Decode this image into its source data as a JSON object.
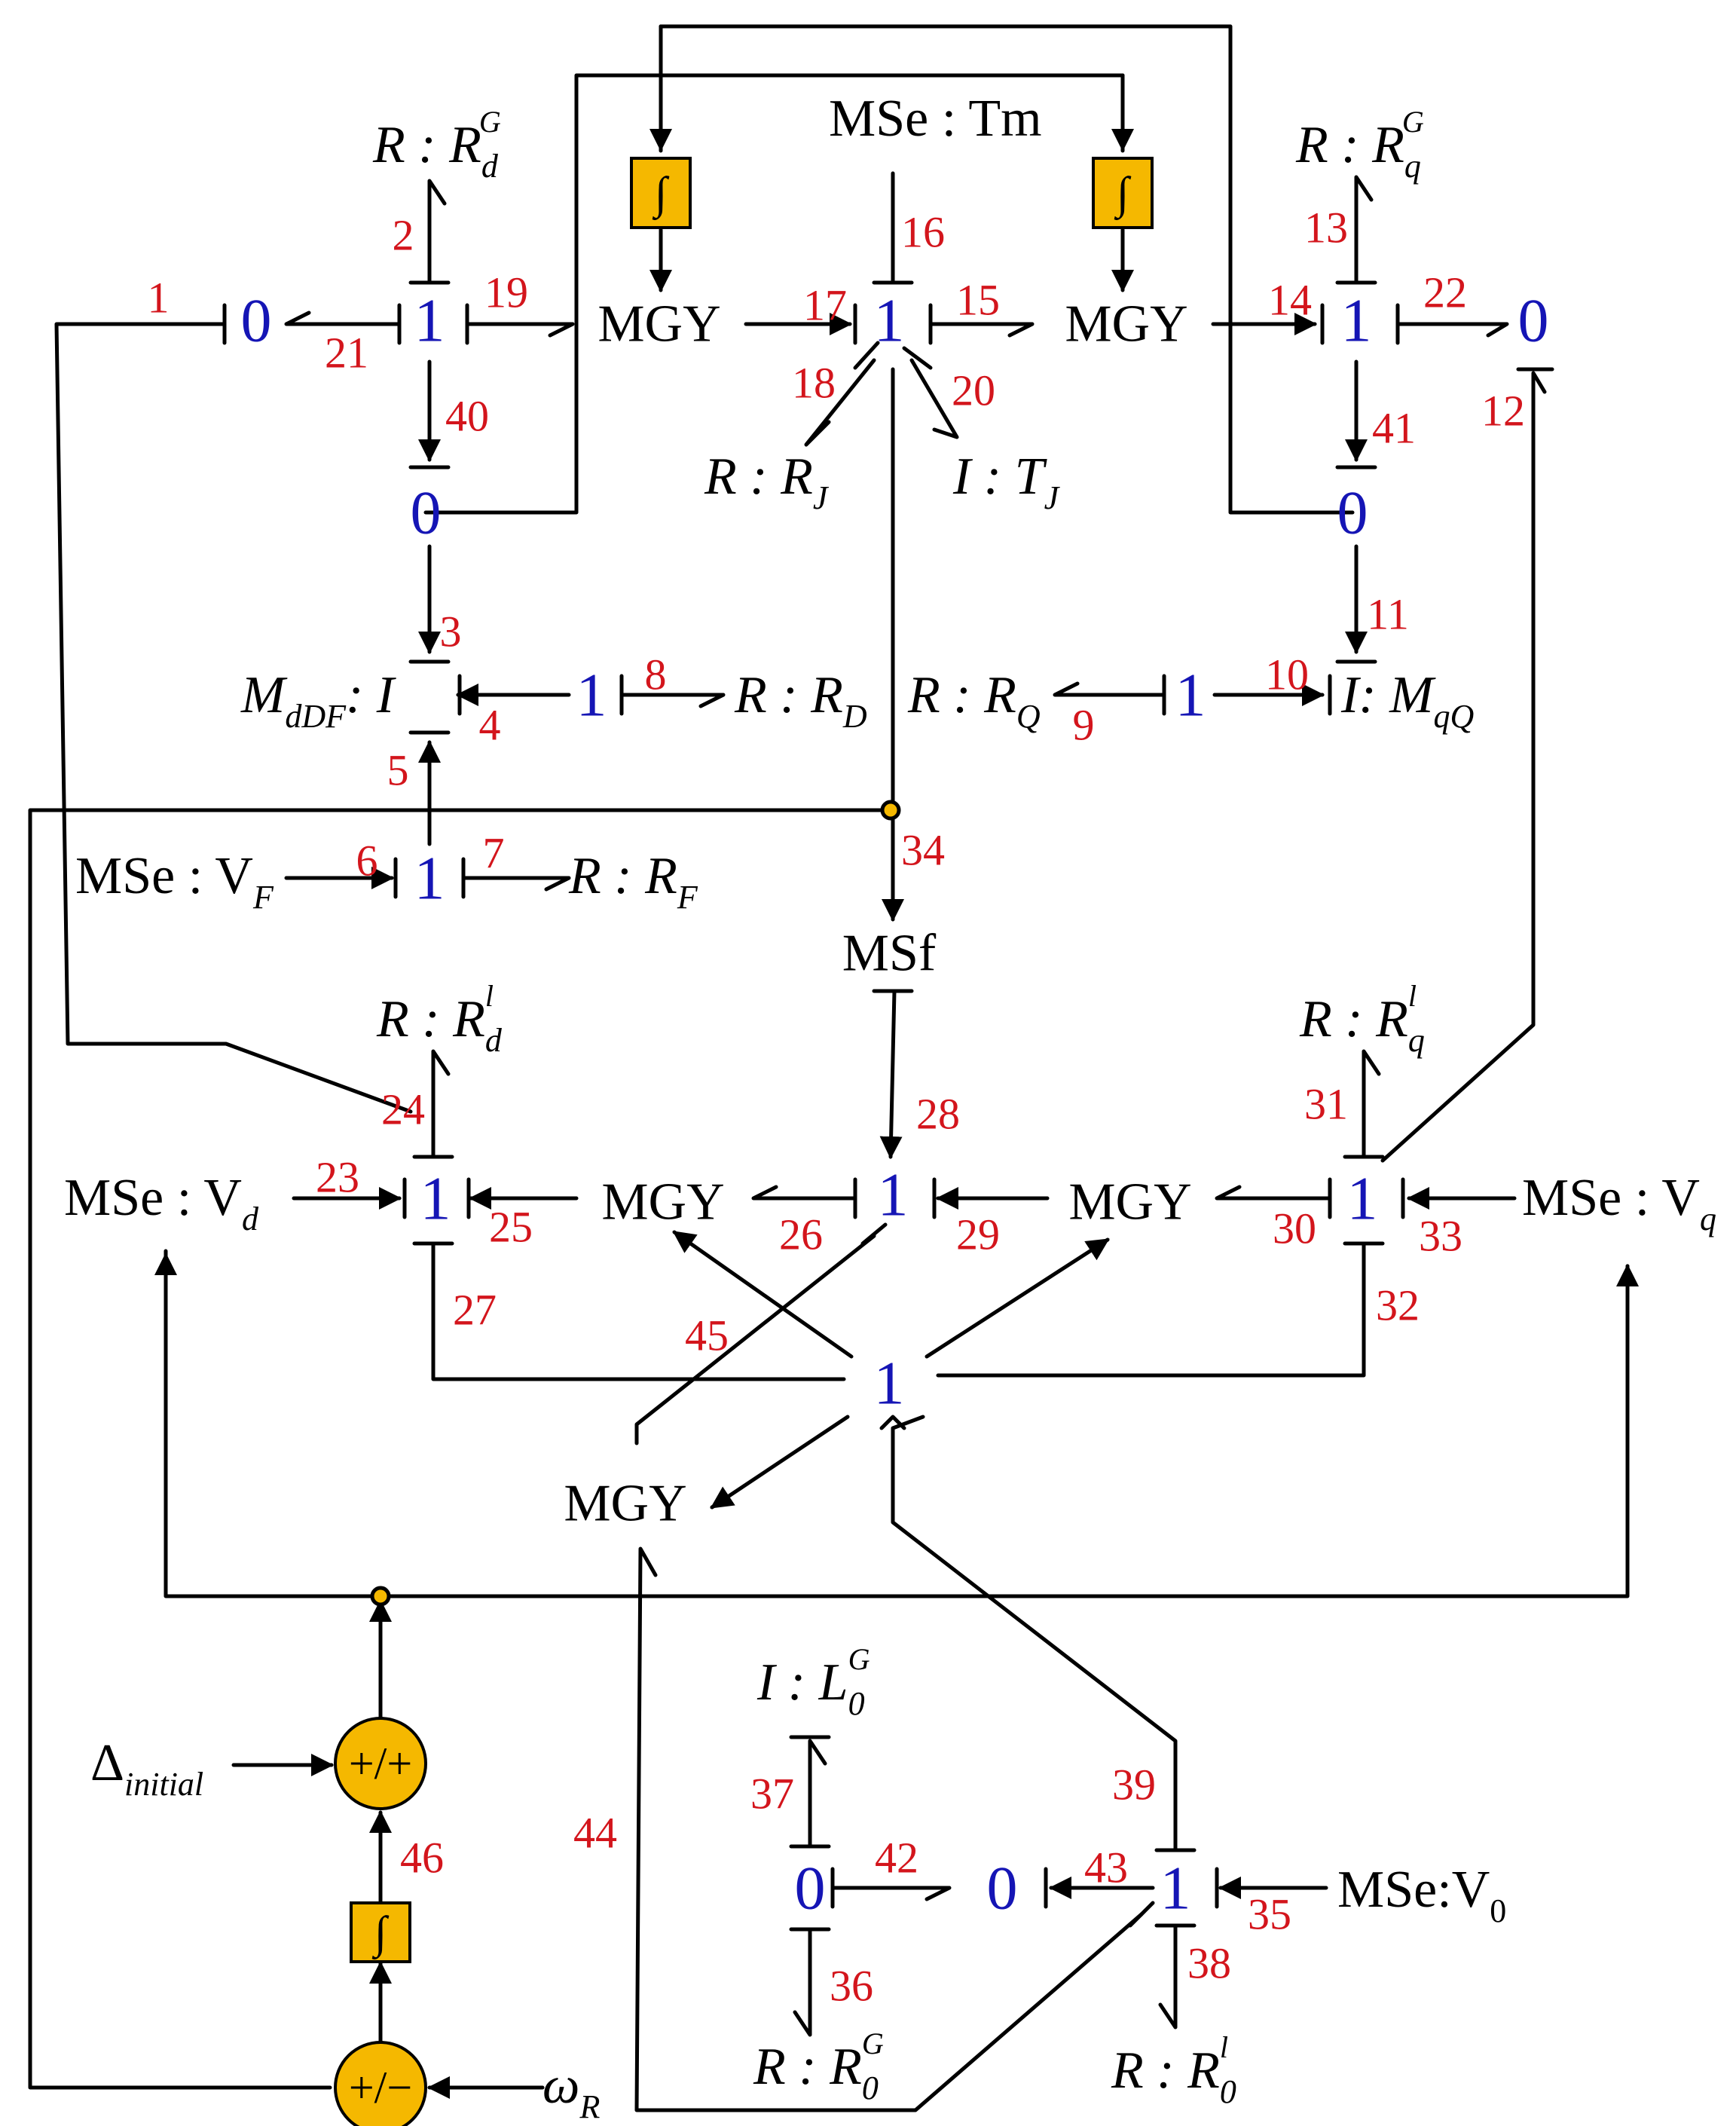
{
  "colors": {
    "junction": "#1515b5",
    "bond_number": "#d3151c",
    "block_fill": "#f5b800",
    "line": "#000000"
  },
  "junctions": [
    "0",
    "1",
    "1",
    "0",
    "1",
    "1",
    "1",
    "0",
    "0",
    "1",
    "1",
    "1",
    "1",
    "1",
    "1",
    "0"
  ],
  "bond_numbers": [
    "1",
    "2",
    "3",
    "4",
    "5",
    "6",
    "7",
    "8",
    "9",
    "10",
    "11",
    "12",
    "13",
    "14",
    "15",
    "16",
    "17",
    "18",
    "19",
    "20",
    "21",
    "22",
    "23",
    "24",
    "25",
    "26",
    "27",
    "28",
    "29",
    "30",
    "31",
    "32",
    "33",
    "34",
    "35",
    "36",
    "37",
    "38",
    "39",
    "40",
    "41",
    "42",
    "43",
    "44",
    "45",
    "46"
  ],
  "elements": {
    "mgy": "MGY",
    "mse_tm": "MSe : Tm",
    "mse_vf": "MSe : V",
    "mse_vd": "MSe : V",
    "mse_vq": "MSe : V",
    "mse_v0": "MSe:V",
    "msf": "MSf",
    "r_prefix": "R : R",
    "i_prefix": "I : ",
    "m_ddf": "M",
    "i_mqq": ": M",
    "sub_d": "d",
    "sub_q": "q",
    "sub_j": "J",
    "sub_f": "F",
    "sub_0": "0",
    "sub_D": "D",
    "sub_Q": "Q",
    "sub_ddf": "dDF",
    "sub_qq": "qQ",
    "sup_g": "G",
    "sup_l": "l",
    "l0": "L",
    "tj": "T",
    "i_colon": ": I",
    "delta_initial": "Δ",
    "delta_sub": "initial",
    "omega": "ω",
    "omega_sub": "R"
  },
  "blocks": {
    "integrator": "∫",
    "sum_plus_plus": "+/+",
    "sum_plus_minus": "+/−"
  }
}
